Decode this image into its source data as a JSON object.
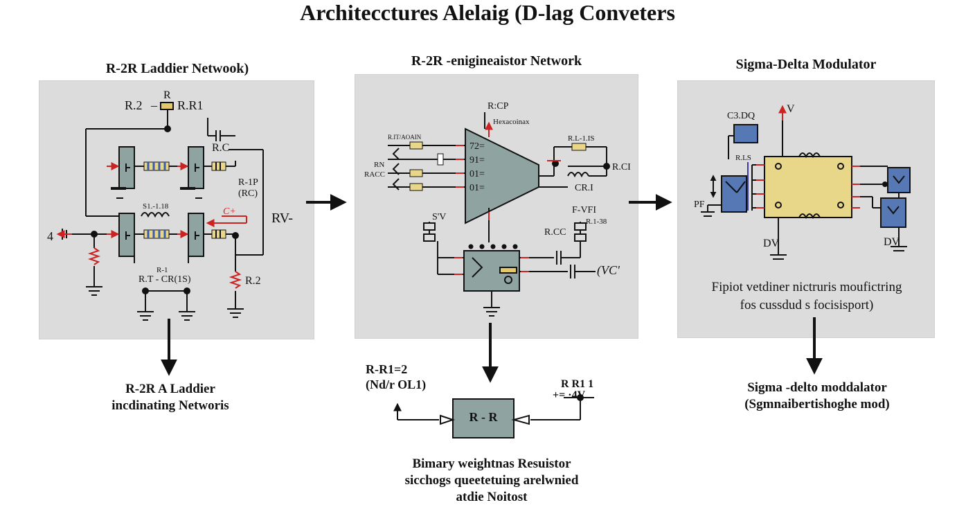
{
  "title": "Architecctures Alelaig (D-lag Conveters",
  "panels": {
    "left": {
      "title": "R-2R Laddier Netwook)",
      "labels": {
        "r_top": "R",
        "r_left": "R.2",
        "r_right": "R.R1",
        "rc": "R.C",
        "r1p": "R-1P",
        "rc2": "(RC)",
        "s1": "S1.-1.18",
        "c_arrow": "C+",
        "rv": "RV-",
        "four": "4",
        "r1": "R-1",
        "rt": "R.T - CR(1S)",
        "r2": "R.2"
      }
    },
    "middle": {
      "title": "R-2R -enigineaistor Network",
      "labels": {
        "rcp": "R:CP",
        "hex": "Hexacoinax",
        "rt_small": "R.IT/AOAIN",
        "rn": "RN",
        "rcc_left": "RACC",
        "p72": "72=",
        "p91": "91=",
        "p01a": "01=",
        "p01b": "01=",
        "r1s": "R.L-1.IS",
        "rci": "R.CI",
        "crl": "CR.I",
        "sv": "S'V",
        "fvfi": "F-VFI",
        "r138": "R.1-38",
        "rcc": "R.CC",
        "vc": "(VC'"
      }
    },
    "right": {
      "title": "Sigma-Delta Modulator",
      "labels": {
        "c3dq": "C3.DQ",
        "v": "V",
        "rls": "R.LS",
        "pf": "PF",
        "dv_left": "DV",
        "dv_right": "DV"
      },
      "text": [
        "Fipiot vetdiner nictruris moufictring",
        "fos cussdud s focisisport)"
      ]
    }
  },
  "captions": {
    "left": [
      "R-2R A Laddier",
      "incdinating Networis"
    ],
    "middle": [
      "Bimary weightnas Resuistor",
      "sicchogs queetetuing arelwnied",
      "atdie Noitost"
    ],
    "right": [
      "Sigma -delto moddalator",
      "(Sgmnaibertishoghe mod)"
    ]
  },
  "bottom_circuit": {
    "left_label": [
      "R-R1=2",
      "(Nd/r OL1)"
    ],
    "right_label": "R R1 1",
    "right_value": "+= ·4V",
    "box_label": "R - R"
  },
  "colors": {
    "panel": "#dcdcdc",
    "block": "#8fa3a1",
    "blue_block": "#5679b5",
    "yellow_block": "#e9d789",
    "wire_red": "#cc2222",
    "wire": "#111111"
  }
}
